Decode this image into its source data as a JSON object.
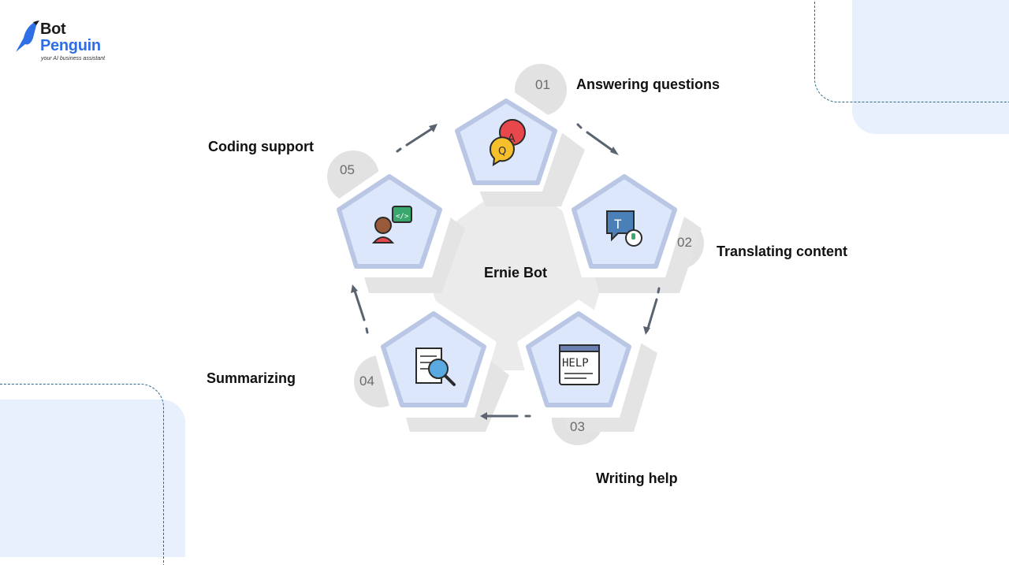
{
  "brand": {
    "name_line1": "Bot",
    "name_line2": "Penguin",
    "tagline": "your AI business assistant"
  },
  "center": {
    "label": "Ernie Bot"
  },
  "steps": [
    {
      "num": "01",
      "label": "Answering questions",
      "icon": "qa-chat-bubbles-icon"
    },
    {
      "num": "02",
      "label": "Translating content",
      "icon": "translate-speech-icon"
    },
    {
      "num": "03",
      "label": "Writing help",
      "icon": "help-window-icon"
    },
    {
      "num": "04",
      "label": "Summarizing",
      "icon": "document-magnifier-icon"
    },
    {
      "num": "05",
      "label": "Coding support",
      "icon": "developer-code-icon"
    }
  ],
  "colors": {
    "accent": "#2f6fe5",
    "pentagon_fill": "#dde7fb",
    "gray_shape": "#e6e6e6",
    "arrow": "#5a6470"
  }
}
